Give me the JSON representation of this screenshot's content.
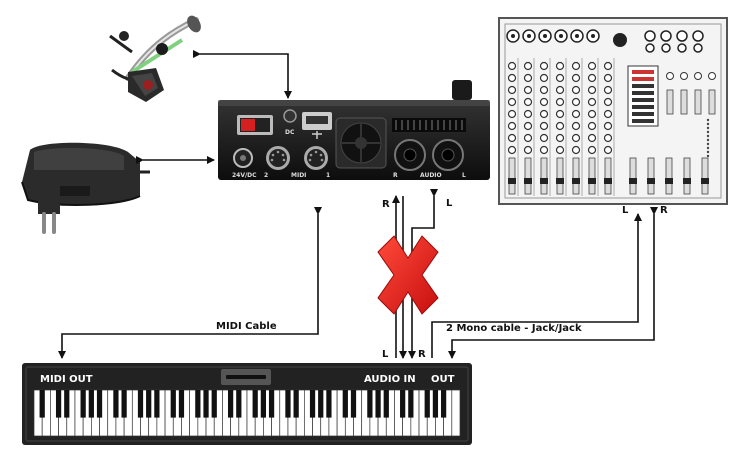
{
  "device": {
    "labels": {
      "power_in": "24V/DC",
      "dc": "DC",
      "midi_2": "2",
      "midi": "MIDI",
      "midi_1": "1",
      "audio_r": "R",
      "audio": "AUDIO",
      "audio_l": "L"
    }
  },
  "connections": {
    "midi_cable": "MIDI Cable",
    "mono_cable": "2 Mono cable - Jack/Jack",
    "device_r": "R",
    "device_l": "L",
    "keyboard_l": "L",
    "keyboard_r": "R",
    "mixer_l": "L",
    "mixer_r": "R",
    "forbidden_mark": "X"
  },
  "keyboard": {
    "midi_out": "MIDI OUT",
    "audio_in": "AUDIO IN",
    "out": "OUT",
    "white_key_count": 52
  },
  "colors": {
    "forbidden": "#e31e1e",
    "device_body": "#1c1c1c",
    "line": "#111111"
  },
  "icons": [
    "headset-microphone-icon",
    "power-adapter-icon",
    "usb-icon",
    "mixer-console-icon",
    "forbidden-x-icon"
  ]
}
